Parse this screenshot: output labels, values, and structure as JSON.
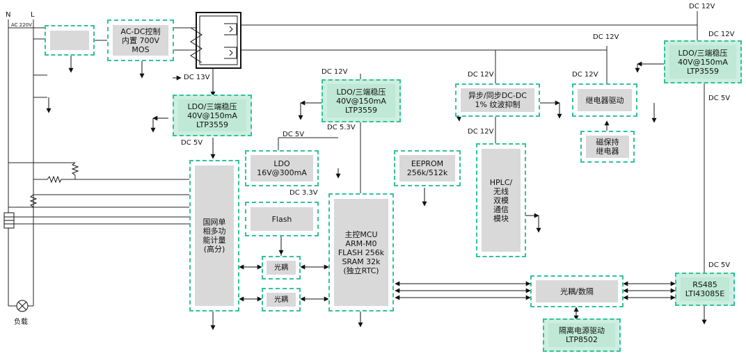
{
  "mains": {
    "n_label": "N",
    "l_label": "L",
    "ac_label": "AC 220V",
    "load_label": "负载"
  },
  "blocks": {
    "acdc": "AC-DC控制\n内置 700V\nMOS",
    "ldo_left": "LDO/三端稳压\n40V@150mA\nLTP3559",
    "ldo_mid": "LDO/三端稳压\n40V@150mA\nLTP3559",
    "ldo_right": "LDO/三端稳压\n40V@150mA\nLTP3559",
    "dcdc": "异步/同步DC-DC\n1% 纹波抑制",
    "relay_drv": "继电器驱动",
    "mag_relay": "磁保持\n继电器",
    "ldo_16v": "LDO\n16V@300mA",
    "eeprom": "EEPROM\n256k/512k",
    "flash": "Flash",
    "meter": "国网单\n相多功\n能计量\n(高分)",
    "opto1": "光耦",
    "opto2": "光耦",
    "mcu": "主控MCU\nARM-M0\nFLASH 256k\nSRAM 32k\n(独立RTC)",
    "hplc": "HPLC/\n无线\n双模\n通信\n模块",
    "opto_iso": "光耦/数隔",
    "rs485": "RS485\nLTI43085E",
    "iso_pwr": "隔离电源驱动\nLTP8502"
  },
  "voltages": {
    "v_top_right": "DC 12V",
    "v_right_2": "DC 12V",
    "v_mid_relay": "DC 12V",
    "v_relay": "DC 12V",
    "v_dcdc_in": "DC 12V",
    "v_ldo_mid_in": "DC 12V",
    "v_13": "DC 13V",
    "v_5_left": "DC 5V",
    "v_5_mid": "DC 5V",
    "v_53": "DC 5.3V",
    "v_33": "DC 3.3V",
    "v_hplc": "DC 12V",
    "v_5_right": "DC 5V",
    "v_5_rs485": "DC 5V"
  }
}
